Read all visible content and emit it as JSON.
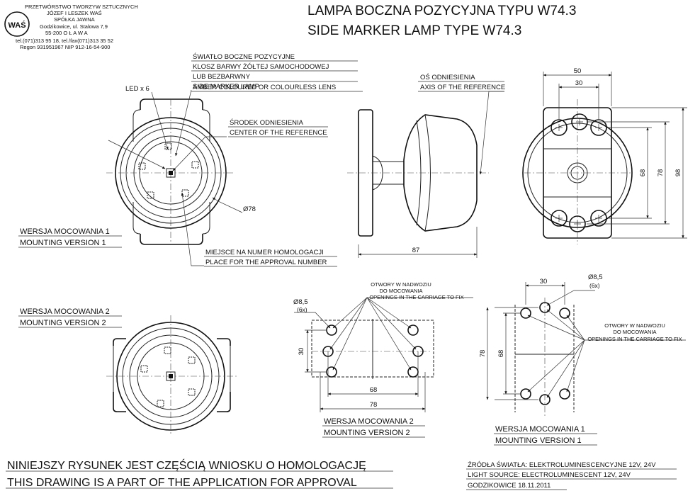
{
  "company": {
    "line1": "PRZETWÓRSTWO TWORZYW SZTUCZNYCH",
    "line2": "JÓZEF I LESZEK WAŚ",
    "line3": "SPÓŁKA JAWNA",
    "line4": "Godzikowice, ul. Stalowa 7,9",
    "line5": "55-200   O Ł A W A",
    "line6": "tel.(071)313 95 18, tel./fax(071)313 35 52",
    "line7": "Regon 931951967 NIP 912-16-54-900",
    "logo": "WAŚ"
  },
  "title": {
    "pl": "LAMPA BOCZNA POZYCYJNA TYPU W74.3",
    "en": "SIDE MARKER LAMP TYPE W74.3"
  },
  "labels": {
    "led": "LED x 6",
    "lamp_pl_1": "ŚWIATŁO BOCZNE POZYCYJNE",
    "lamp_pl_2": "KLOSZ BARWY ŻÓŁTEJ SAMOCHODOWEJ",
    "lamp_pl_3": "LUB BEZBARWNY",
    "lamp_en_1": "SIDE MARKER LAMP",
    "lamp_en_2": "AMBER COLOURED OR COLOURLESS LENS",
    "center_pl": "ŚRODEK ODNIESIENIA",
    "center_en": "CENTER OF THE REFERENCE",
    "axis_pl": "OŚ ODNIESIENIA",
    "axis_en": "AXIS OF THE REFERENCE",
    "approval_pl": "MIEJSCE NA NUMER HOMOLOGACJI",
    "approval_en": "PLACE FOR THE APPROVAL NUMBER",
    "mount1_pl": "WERSJA MOCOWANIA 1",
    "mount1_en": "MOUNTING VERSION 1",
    "mount2_pl": "WERSJA MOCOWANIA 2",
    "mount2_en": "MOUNTING VERSION 2",
    "holes_pl_1": "OTWORY W NADWOZIU",
    "holes_pl_2": "DO MOCOWANIA",
    "holes_en": "OPENINGS IN THE CARRIAGE TO FIX",
    "hole_dia": "Ø8,5",
    "hole_count": "(6x)"
  },
  "dimensions": {
    "dia78": "Ø78",
    "d87": "87",
    "d50": "50",
    "d30": "30",
    "d68": "68",
    "d78": "78",
    "d98": "98"
  },
  "footer": {
    "note_pl": "NINIEJSZY RYSUNEK JEST CZĘŚCIĄ WNIOSKU O  HOMOLOGACJĘ",
    "note_en": "THIS DRAWING IS A PART OF THE APPLICATION FOR  APPROVAL",
    "source_pl": "ŹRÓDŁA ŚWIATŁA: ELEKTROLUMINESCENCYJNE  12V, 24V",
    "source_en": "LIGHT SOURCE: ELECTROLUMINESCENT  12V, 24V",
    "date": "GODZIKOWICE 18.11.2011"
  }
}
